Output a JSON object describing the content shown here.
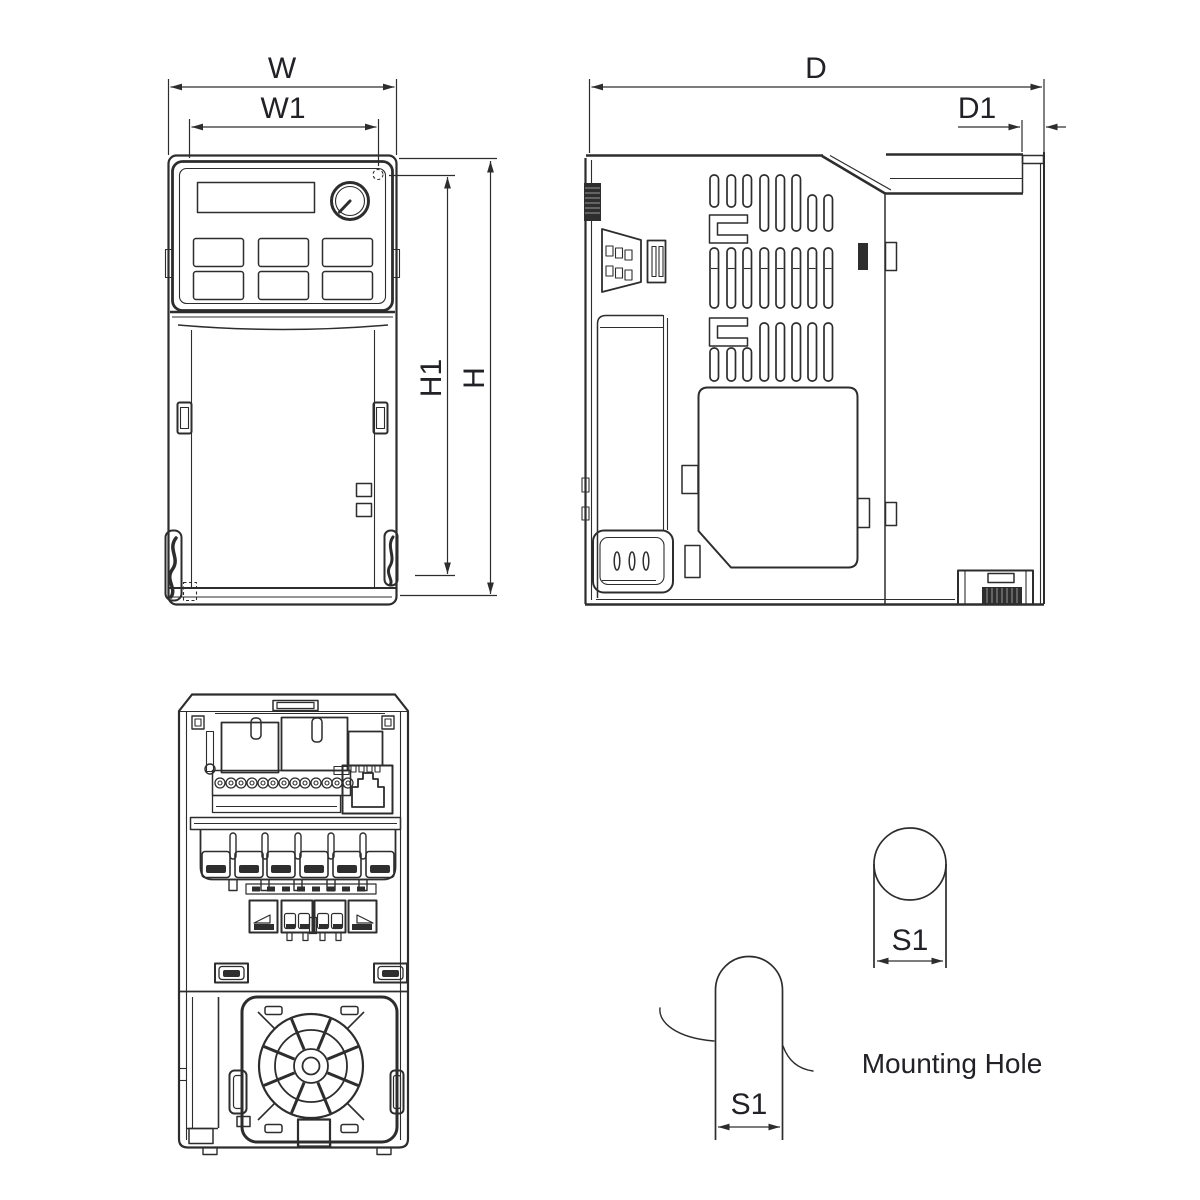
{
  "colors": {
    "background": "#ffffff",
    "line": "#2d2d2d",
    "text": "#212126",
    "dark_fill": "#2e2e2e"
  },
  "labels": {
    "width": "W",
    "width_inner": "W1",
    "height": "H",
    "height_inner": "H1",
    "depth": "D",
    "depth_lip": "D1",
    "keyhole_slot_width": "S1",
    "bottom_slot_width": "S1",
    "mounting_hole_caption": "Mounting Hole"
  }
}
